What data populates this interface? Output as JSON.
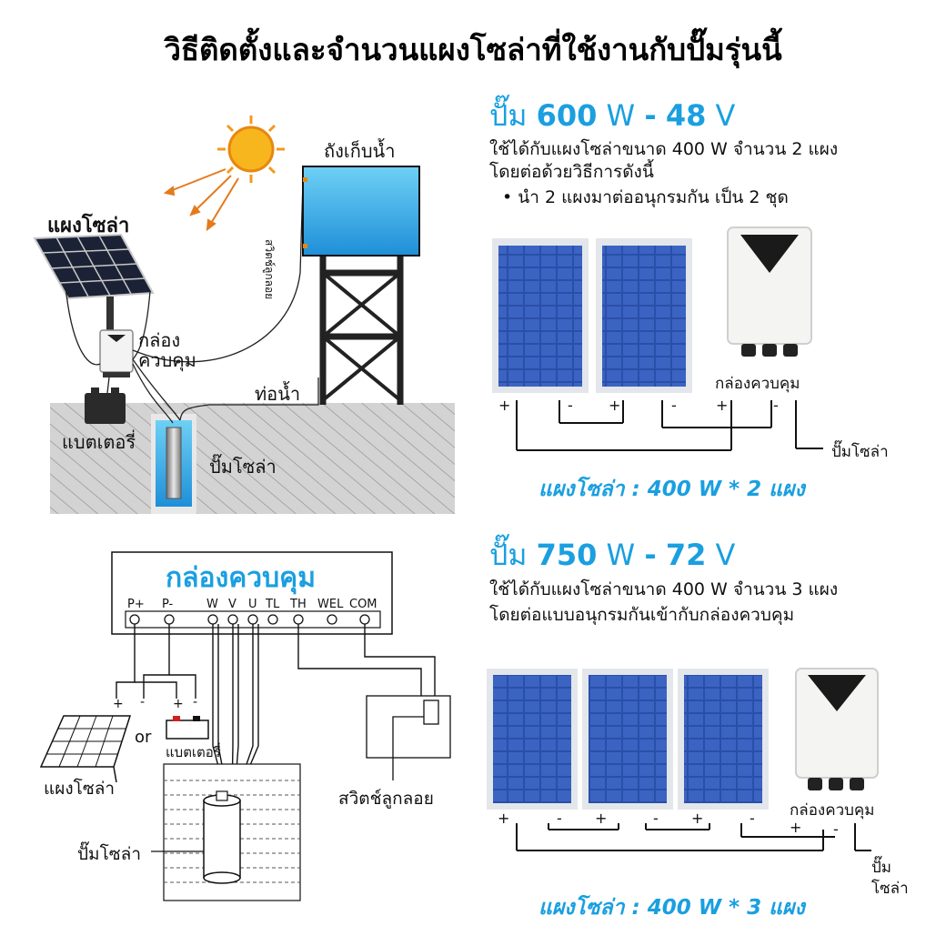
{
  "title": "วิธีติดตั้งและจำนวนแผงโซล่าที่ใช้งานกับปั๊มรุ่นนี้",
  "scene": {
    "solar_panel": "แผงโซล่า",
    "control_box_line1": "กล่อง",
    "control_box_line2": "ควบคุม",
    "battery": "แบตเตอรี่",
    "pump": "ปั๊มโซล่า",
    "water_tank": "ถังเก็บน้ำ",
    "pipe": "ท่อน้ำ",
    "float_switch": "สวิตช์ลูกลอย"
  },
  "pump1": {
    "word": "ปั๊ม",
    "watt": "600",
    "watt_unit": "W",
    "dash": "-",
    "volt": "48",
    "volt_unit": "V",
    "line1": "ใช้ได้กับแผงโซล่าขนาด 400 W จำนวน 2 แผง",
    "line2": "โดยต่อด้วยวิธีการดังนี้",
    "bullet": "• นำ 2 แผงมาต่ออนุกรมกัน เป็น 2 ชุด",
    "control_box": "กล่องควบคุม",
    "pump_label": "ปั๊มโซล่า",
    "caption": "แผงโซล่า : 400 W * 2 แผง"
  },
  "pump2": {
    "word": "ปั๊ม",
    "watt": "750",
    "watt_unit": "W",
    "dash": "-",
    "volt": "72",
    "volt_unit": "V",
    "line1": "ใช้ได้กับแผงโซล่าขนาด 400 W จำนวน 3 แผง",
    "line2": "โดยต่อแบบอนุกรมกันเข้ากับกล่องควบคุม",
    "control_box": "กล่องควบคุม",
    "pump_label_1": "ปั๊ม",
    "pump_label_2": "โซล่า",
    "caption": "แผงโซล่า : 400 W * 3 แผง"
  },
  "wiring": {
    "box_title": "กล่องควบคุม",
    "terminals": [
      "P+",
      "P-",
      "W",
      "V",
      "U",
      "TL",
      "TH",
      "WEL",
      "COM"
    ],
    "plus": "+",
    "minus": "-",
    "or": "or",
    "battery": "แบตเตอรี่",
    "solar_panel": "แผงโซล่า",
    "float_switch": "สวิตช์ลูกลอย",
    "pump": "ปั๊มโซล่า"
  },
  "colors": {
    "accent_blue": "#1a9fe0",
    "panel_blue": "#3a5fb0",
    "ground_gray": "#cfcfcf",
    "sun_orange": "#f39a1c"
  }
}
